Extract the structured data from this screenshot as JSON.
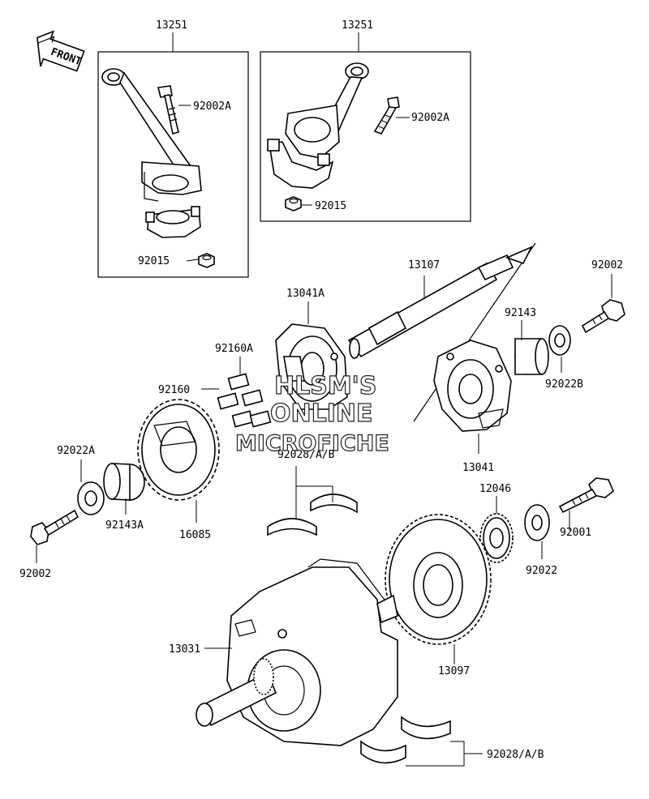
{
  "diagram": {
    "front_label": "FRONT",
    "watermark": [
      "HLSM'S",
      "ONLINE",
      "MICROFICHE"
    ],
    "callouts": {
      "c13251_left": "13251",
      "c13251_right": "13251",
      "c92002A_left": "92002A",
      "c92002A_right": "92002A",
      "c92015_left": "92015",
      "c92015_right": "92015",
      "c13107": "13107",
      "c92002_right": "92002",
      "c13041A": "13041A",
      "c92143": "92143",
      "c92160A": "92160A",
      "c92160": "92160",
      "c92022B": "92022B",
      "c92028_upper": "92028/A/B",
      "c13041": "13041",
      "c92022A": "92022A",
      "c92143A": "92143A",
      "c16085": "16085",
      "c12046": "12046",
      "c92001": "92001",
      "c92002_left": "92002",
      "c92022": "92022",
      "c13031": "13031",
      "c13097": "13097",
      "c92028_lower": "92028/A/B"
    }
  }
}
